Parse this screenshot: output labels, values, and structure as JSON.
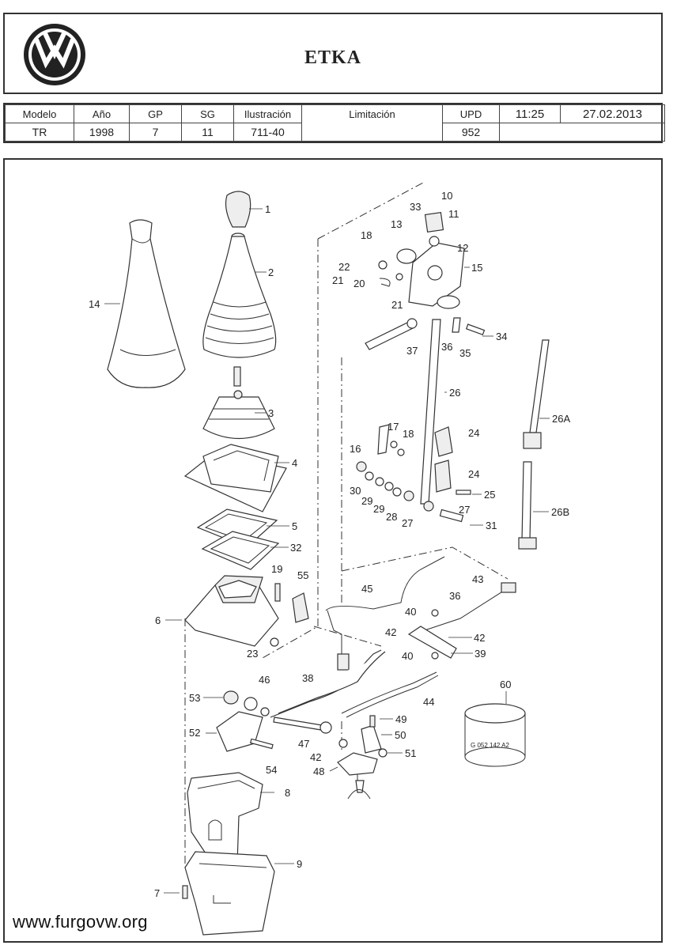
{
  "header": {
    "title": "ETKA",
    "logo_text": "VW"
  },
  "meta": {
    "columns": [
      {
        "label": "Modelo",
        "value": "TR"
      },
      {
        "label": "Año",
        "value": "1998"
      },
      {
        "label": "GP",
        "value": "7"
      },
      {
        "label": "SG",
        "value": "11"
      },
      {
        "label": "Ilustración",
        "value": "711-40"
      },
      {
        "label": "Limitación",
        "value": ""
      },
      {
        "label": "UPD",
        "value": "952"
      }
    ],
    "time": "11:25",
    "date": "27.02.2013"
  },
  "diagram": {
    "part_label": "G 052 142 A2",
    "callouts": [
      "1",
      "2",
      "3",
      "4",
      "5",
      "6",
      "7",
      "8",
      "9",
      "10",
      "11",
      "12",
      "13",
      "14",
      "15",
      "16",
      "17",
      "18",
      "18",
      "19",
      "20",
      "21",
      "21",
      "22",
      "23",
      "24",
      "24",
      "25",
      "26",
      "26A",
      "26B",
      "27",
      "27",
      "28",
      "29",
      "29",
      "30",
      "31",
      "32",
      "33",
      "34",
      "35",
      "36",
      "36",
      "37",
      "38",
      "39",
      "40",
      "40",
      "42",
      "42",
      "42",
      "43",
      "44",
      "45",
      "46",
      "47",
      "48",
      "49",
      "50",
      "51",
      "52",
      "53",
      "54",
      "55",
      "60"
    ]
  },
  "footer": {
    "watermark": "www.furgovw.org"
  }
}
